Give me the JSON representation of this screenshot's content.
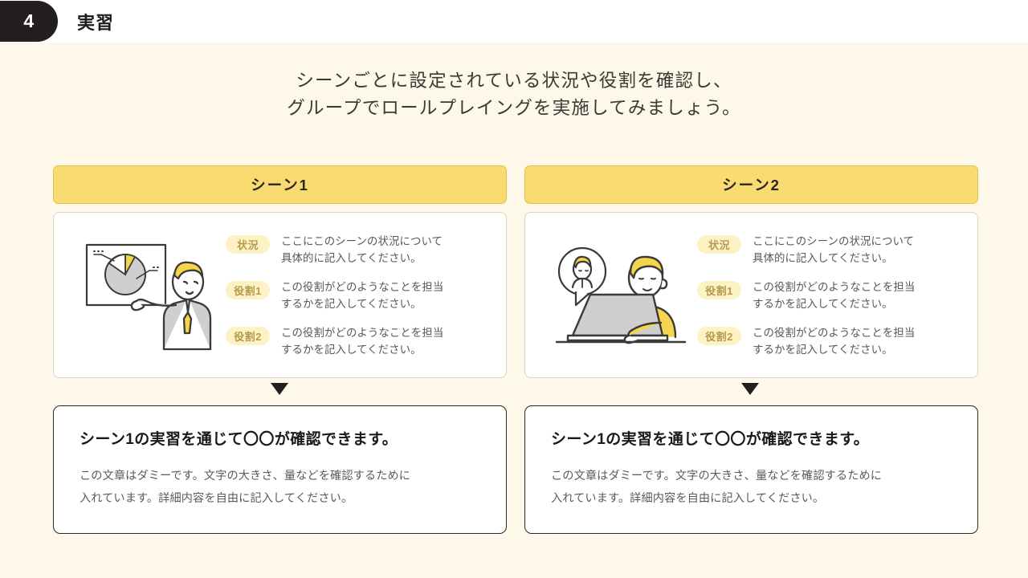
{
  "header": {
    "number": "4",
    "title": "実習"
  },
  "subtitle": {
    "line1": "シーンごとに設定されている状況や役割を確認し、",
    "line2": "グループでロールプレイングを実施してみましょう。"
  },
  "columns": [
    {
      "scene_title": "シーン1",
      "illustration": "presenter-with-pie-chart-illustration",
      "rows": [
        {
          "label": "状況",
          "text_line1": "ここにこのシーンの状況について",
          "text_line2": "具体的に記入してください。"
        },
        {
          "label": "役割1",
          "text_line1": "この役割がどのようなことを担当",
          "text_line2": "するかを記入してください。"
        },
        {
          "label": "役割2",
          "text_line1": "この役割がどのようなことを担当",
          "text_line2": "するかを記入してください。"
        }
      ],
      "result": {
        "title": "シーン1の実習を通じて〇〇が確認できます。",
        "body_line1": "この文章はダミーです。文字の大きさ、量などを確認するために",
        "body_line2": "入れています。詳細内容を自由に記入してください。"
      }
    },
    {
      "scene_title": "シーン2",
      "illustration": "person-at-laptop-with-speech-bubble-illustration",
      "rows": [
        {
          "label": "状況",
          "text_line1": "ここにこのシーンの状況について",
          "text_line2": "具体的に記入してください。"
        },
        {
          "label": "役割1",
          "text_line1": "この役割がどのようなことを担当",
          "text_line2": "するかを記入してください。"
        },
        {
          "label": "役割2",
          "text_line1": "この役割がどのようなことを担当",
          "text_line2": "するかを記入してください。"
        }
      ],
      "result": {
        "title": "シーン1の実習を通じて〇〇が確認できます。",
        "body_line1": "この文章はダミーです。文字の大きさ、量などを確認するために",
        "body_line2": "入れています。詳細内容を自由に記入してください。"
      }
    }
  ],
  "colors": {
    "background": "#FDF8E9",
    "header_band": "#FFFFFF",
    "badge": "#231F20",
    "scene_header": "#F9DB72",
    "scene_header_border": "#E3BE4B",
    "pill_bg": "#FCF2C4",
    "pill_text": "#B79A4E",
    "card_border": "#D8D4CA",
    "result_border": "#2B2620",
    "body_text": "#575757",
    "accent_yellow": "#F5D44E"
  }
}
